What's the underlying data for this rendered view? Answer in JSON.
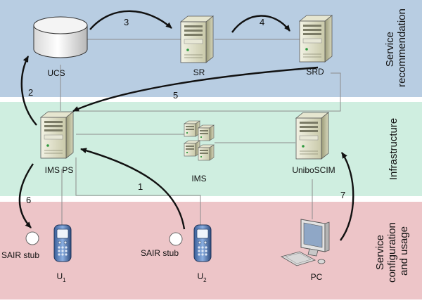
{
  "bands": {
    "top": {
      "label": "Service recommendation",
      "lines": [
        "Service",
        "recommendation"
      ],
      "color": "#b8cde2"
    },
    "middle": {
      "label": "Infrastructure",
      "lines": [
        "Infrastructure"
      ],
      "color": "#cfeee0"
    },
    "bottom": {
      "label": "Service configuration and usage",
      "lines": [
        "Service",
        "configuration",
        "and usage"
      ],
      "color": "#edc5c8"
    }
  },
  "nodes": {
    "ucs": {
      "label": "UCS",
      "icon": "database-icon"
    },
    "sr": {
      "label": "SR",
      "icon": "server-icon"
    },
    "srd": {
      "label": "SRD",
      "icon": "server-icon"
    },
    "ims_ps": {
      "label": "IMS PS",
      "icon": "server-icon"
    },
    "ims": {
      "label": "IMS",
      "icon": "server-cluster-icon"
    },
    "unibo_scim": {
      "label": "UniboSCIM",
      "icon": "server-icon"
    },
    "u1": {
      "label": "U",
      "sub": "1",
      "icon": "mobile-phone-icon"
    },
    "u2": {
      "label": "U",
      "sub": "2",
      "icon": "mobile-phone-icon"
    },
    "pc": {
      "label": "PC",
      "icon": "desktop-pc-icon"
    },
    "sair_stub_1": {
      "label": "SAIR stub"
    },
    "sair_stub_2": {
      "label": "SAIR stub"
    }
  },
  "steps": [
    "1",
    "2",
    "3",
    "4",
    "5",
    "6",
    "7"
  ]
}
